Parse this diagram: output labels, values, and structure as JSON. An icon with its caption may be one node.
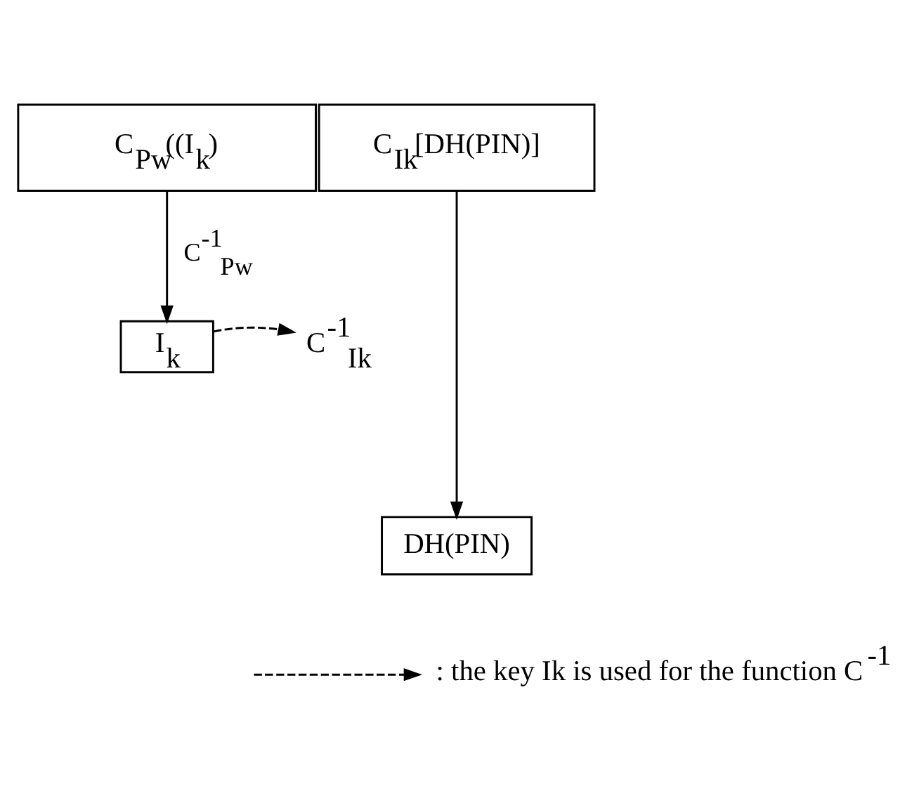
{
  "diagram": {
    "nodes": [
      {
        "text": [
          "C$_{Pw}$((I$_{k}$)"
        ]
      },
      {
        "text": [
          "C$_{Ik}$[DH(PIN)]"
        ]
      },
      {
        "text": [
          "I$_{k}$"
        ]
      },
      {
        "text": [
          "DH(PIN)"
        ]
      },
      {
        "text": [
          "C$^{-1}$$_{Ik}$"
        ]
      }
    ],
    "edges": [
      {
        "from": 0,
        "to": 2,
        "arrow": "to",
        "label": "C$^{-1}$$_{Pw}$"
      },
      {
        "from": 1,
        "to": 3,
        "arrow": "to"
      },
      {
        "from": 2,
        "to": 4,
        "arrow": "to",
        "style": "dashed"
      }
    ],
    "legend": [
      {
        "text": ": the key Ik is used for the function C$^{-1}$"
      }
    ]
  }
}
